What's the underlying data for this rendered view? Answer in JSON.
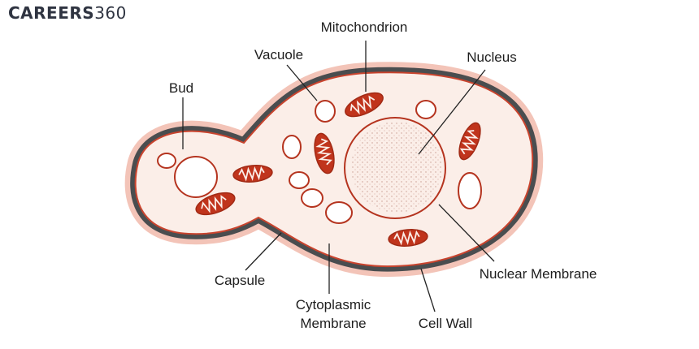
{
  "logo": {
    "brand": "CAREERS",
    "number": "360"
  },
  "labels": {
    "mitochondrion": "Mitochondrion",
    "vacuole": "Vacuole",
    "nucleus": "Nucleus",
    "bud": "Bud",
    "capsule": "Capsule",
    "cytoplasmic_line1": "Cytoplasmic",
    "cytoplasmic_line2": "Membrane",
    "cell_wall": "Cell Wall",
    "nuclear_membrane": "Nuclear Membrane"
  },
  "colors": {
    "capsule": "#f3c4b8",
    "cell_wall": "#4a4d4f",
    "cytoplasm": "#fbeee8",
    "organelle_stroke": "#b5341f",
    "mito_fill": "#c0341c",
    "leader_line": "#222222"
  }
}
